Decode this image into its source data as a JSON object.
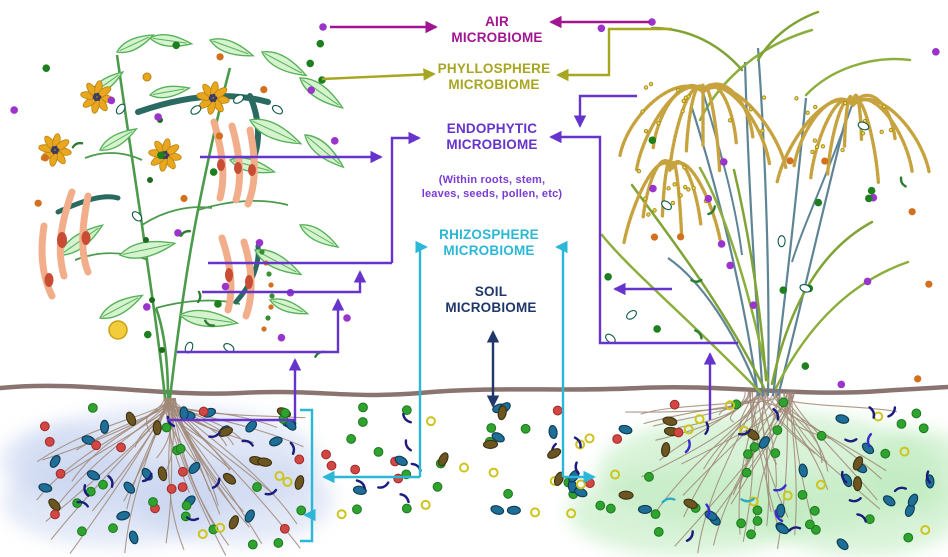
{
  "labels": {
    "air": {
      "line1": "AIR",
      "line2": "MICROBIOME"
    },
    "phyllosphere": {
      "line1": "PHYLLOSPHERE",
      "line2": "MICROBIOME"
    },
    "endophytic": {
      "line1": "ENDOPHYTIC",
      "line2": "MICROBIOME"
    },
    "endophytic_note": {
      "line1": "(Within roots, stem,",
      "line2": "leaves, seeds, pollen, etc)"
    },
    "rhizosphere": {
      "line1": "RHIZOSPHERE",
      "line2": "MICROBIOME"
    },
    "soil": {
      "line1": "SOIL",
      "line2": "MICROBIOME"
    }
  },
  "colors": {
    "air": "#A11690",
    "phyllosphere": "#A8A521",
    "endophytic": "#6633CC",
    "endophytic_note": "#7A3BD4",
    "rhizosphere": "#2BB7D6",
    "soil": "#1F3869",
    "soil_line": "#8A7470",
    "left_rhizosphere_cloud": "#C9D5F0",
    "right_rhizosphere_cloud": "#BFEBBF",
    "root": "#A08878",
    "leaf_fill": "#D6F3D0",
    "leaf_stroke": "#58B158",
    "stem_green": "#4C9A4C",
    "stem_teal": "#2A6A60",
    "flower_petal": "#E9A71F",
    "flower_center": "#3C3C64",
    "pod": "#F2AE8B",
    "pod_patch": "#C94C35",
    "rice_stem": "#5E8495",
    "rice_leaf": "#8CAE3C",
    "panicle": "#C7A33F",
    "panicle_grain": "#EDD95E",
    "microbe_purple": "#9A35CC",
    "microbe_green_air": "#1E7F1E",
    "microbe_orange": "#D2701E",
    "microbe_teal_ring": "#0E5A4A",
    "microbe_crescent": "#2F7D33",
    "microbe_green_soil": "#2FA230",
    "microbe_red": "#D24743",
    "microbe_teal_oval": "#1E6E96",
    "microbe_brown_oval": "#6B5520",
    "microbe_yellow_ring": "#CDC41E",
    "microbe_navy_rod": "#1C1C7E",
    "microbe_cyan_rod": "#30A8C8"
  }
}
